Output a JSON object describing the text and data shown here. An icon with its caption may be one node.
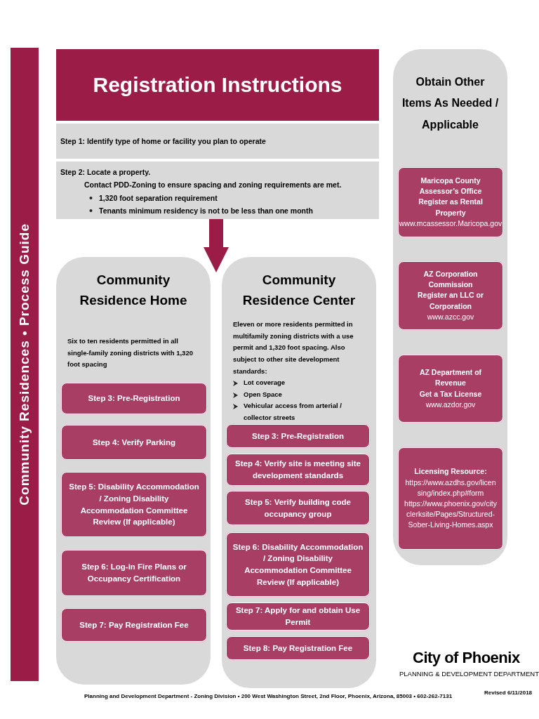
{
  "diagram": {
    "title": "Registration Instructions",
    "nodes": [
      {
        "text": [
          "Community Residences • Process Guide"
        ]
      },
      {
        "text": [
          "Step 1: Identify type of home or facility you plan to operate"
        ]
      },
      {
        "text": [
          "Step 2: Locate a property.",
          "Contact PDD-Zoning to ensure spacing and zoning requirements are met.",
          "1,320 foot separation requirement",
          "Tenants minimum residency is not to be less than one month"
        ]
      },
      {
        "text": [
          "Community Residence Home",
          "Six to ten residents permitted in all single-family zoning districts with 1,320 foot spacing"
        ]
      },
      {
        "text": [
          "Step 3: Pre-Registration"
        ],
        "in": 3
      },
      {
        "text": [
          "Step 4: Verify Parking"
        ],
        "in": 3
      },
      {
        "text": [
          "Step 5: Disability Accommodation / Zoning Disability Accommodation Committee Review (If applicable)"
        ],
        "in": 3
      },
      {
        "text": [
          "Step 6: Log-in Fire Plans or Occupancy Certification"
        ],
        "in": 3
      },
      {
        "text": [
          "Step 7: Pay Registration Fee"
        ],
        "in": 3
      },
      {
        "text": [
          "Community Residence Center",
          "Eleven or more residents permitted in multifamily zoning districts with a use permit and 1,320 foot spacing. Also subject to other site development standards:",
          "Lot coverage",
          "Open Space",
          "Vehicular access from arterial / collector streets"
        ]
      },
      {
        "text": [
          "Step 3: Pre-Registration"
        ],
        "in": 9
      },
      {
        "text": [
          "Step 4: Verify site is meeting site development standards"
        ],
        "in": 9
      },
      {
        "text": [
          "Step 5: Verify building code occupancy group"
        ],
        "in": 9
      },
      {
        "text": [
          "Step 6: Disability Accommodation / Zoning Disability Accommodation Committee Review (If applicable)"
        ],
        "in": 9
      },
      {
        "text": [
          "Step 7: Apply for and obtain Use Permit"
        ],
        "in": 9
      },
      {
        "text": [
          "Step 8: Pay Registration Fee"
        ],
        "in": 9
      },
      {
        "text": [
          "Obtain Other Items As Needed / Applicable"
        ]
      },
      {
        "text": [
          "Maricopa County Assessor’s Office",
          "Register as Rental Property",
          "www.mcassessor.Maricopa.gov"
        ],
        "in": 16
      },
      {
        "text": [
          "AZ Corporation Commission",
          "Register an LLC or Corporation",
          "www.azcc.gov"
        ],
        "in": 16
      },
      {
        "text": [
          "AZ Department of Revenue",
          "Get a Tax License",
          "www.azdor.gov"
        ],
        "in": 16
      },
      {
        "text": [
          "Licensing Resource:",
          "https://www.azdhs.gov/licensing/index.php#form",
          "https://www.phoenix.gov/cityclerksite/Pages/Structured-Sober-Living-Homes.aspx"
        ],
        "in": 16
      }
    ],
    "edges": [
      {
        "from": 2,
        "to": 3,
        "arrow": "to"
      },
      {
        "from": 2,
        "to": 9,
        "arrow": "to"
      }
    ],
    "labels": [
      "City of Phoenix",
      "PLANNING & DEVELOPMENT DEPARTMENT",
      "Planning and Development Department - Zoning Division • 200 West Washington Street, 2nd Floor, Phoenix, Arizona, 85003 • 602-262-7131",
      "Revised 6/11/2018"
    ]
  }
}
